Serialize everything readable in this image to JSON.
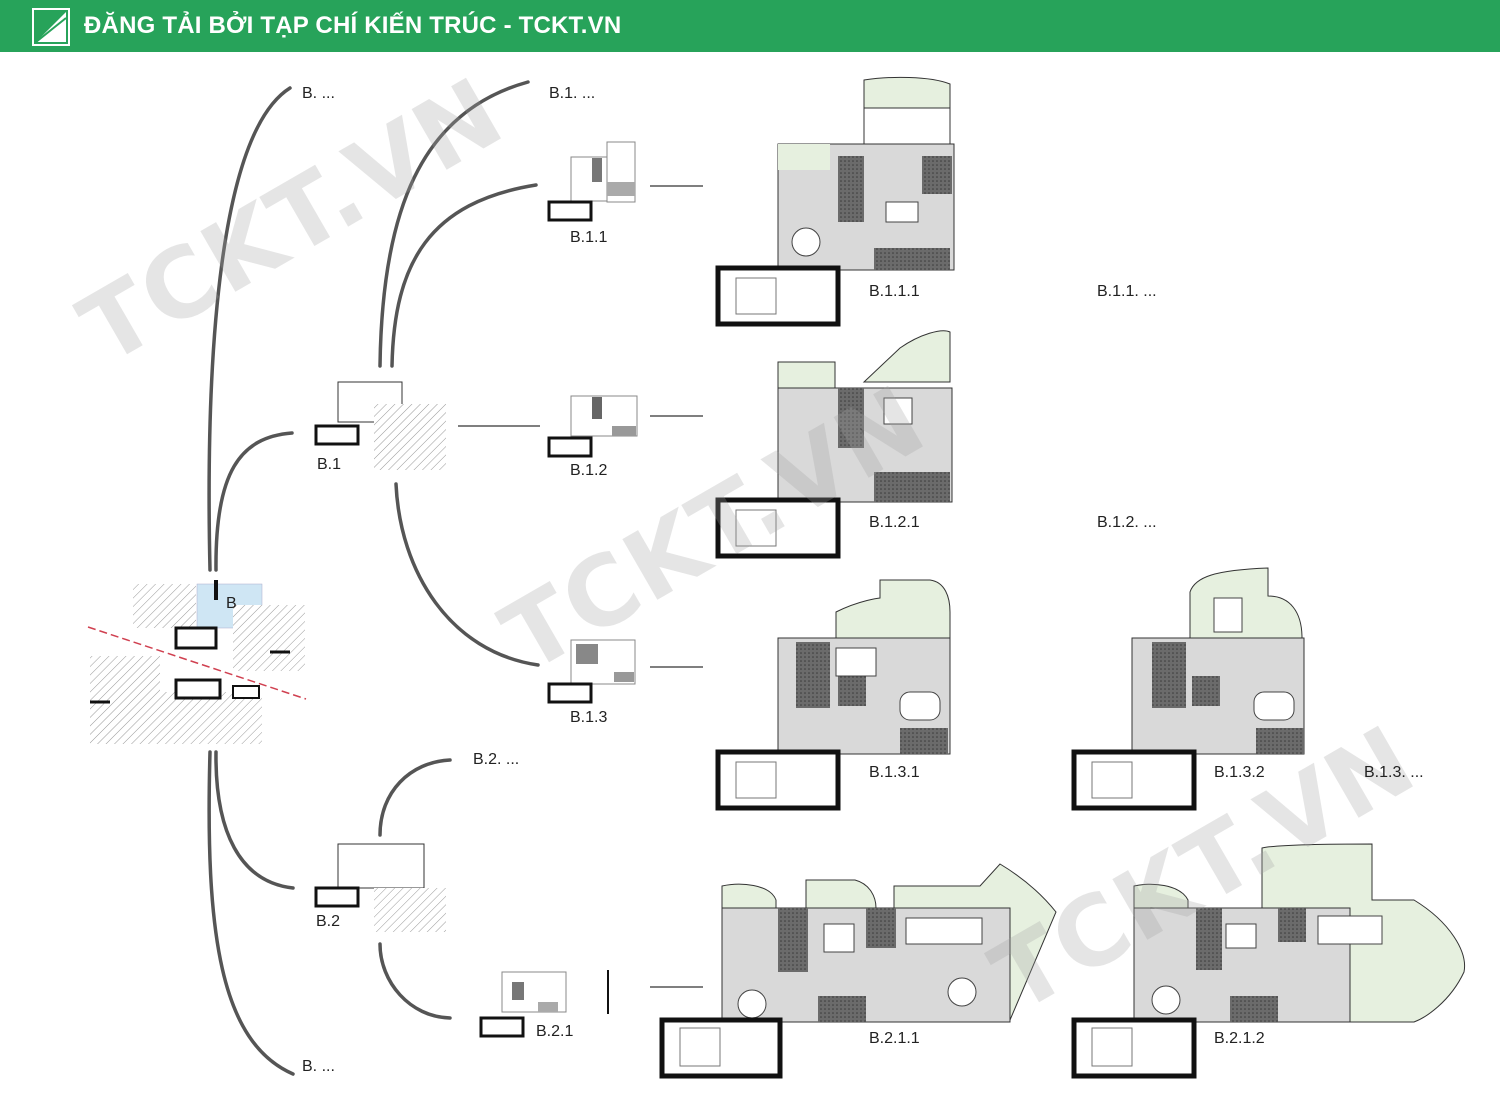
{
  "banner": {
    "title": "ĐĂNG TẢI BỞI TẠP CHÍ KIẾN TRÚC - TCKT.VN",
    "background": "#27a35a"
  },
  "watermark": "TCKT.VN",
  "colors": {
    "garden": "#e6f0df",
    "highlight": "#cfe6f4",
    "wall": "#111111",
    "floor": "#d9d9d9",
    "connector": "#555555",
    "cut_line": "#d04050"
  },
  "root": {
    "zone_label": "B"
  },
  "branches": {
    "b_top": "B. ...",
    "b_bottom": "B. ...",
    "b1": "B.1",
    "b2": "B.2",
    "b1_more": "B.1. ...",
    "b2_more": "B.2. ...",
    "b11": "B.1.1",
    "b12": "B.1.2",
    "b13": "B.1.3",
    "b21": "B.2.1"
  },
  "plans": {
    "b111": "B.1.1.1",
    "b11_more": "B.1.1. ...",
    "b121": "B.1.2.1",
    "b12_more": "B.1.2. ...",
    "b131": "B.1.3.1",
    "b132": "B.1.3.2",
    "b13_more": "B.1.3. ...",
    "b211": "B.2.1.1",
    "b212": "B.2.1.2"
  }
}
